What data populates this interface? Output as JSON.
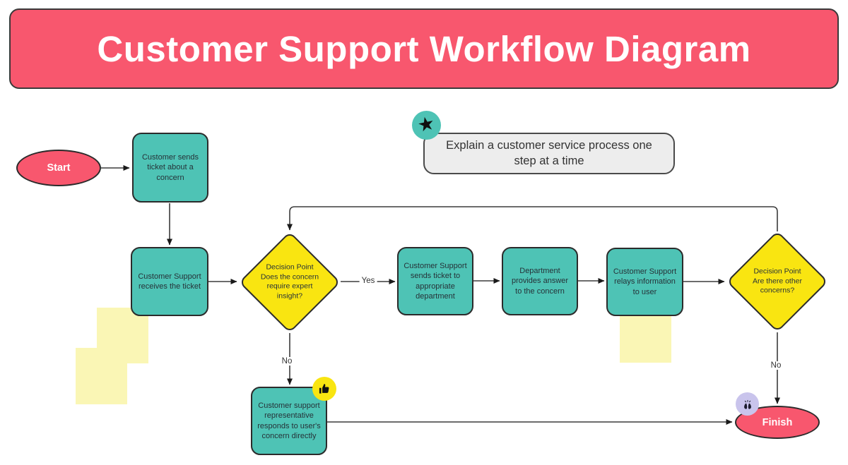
{
  "title": "Customer Support Workflow Diagram",
  "prompt": {
    "icon": "star-icon",
    "star_glyph": "★",
    "text": "Explain a customer service process one step at a time"
  },
  "nodes": {
    "start": {
      "label": "Start"
    },
    "send_ticket": {
      "label": "Customer sends ticket about a concern"
    },
    "receive_ticket": {
      "label": "Customer Support receives the ticket"
    },
    "decision_expert": {
      "title": "Decision Point",
      "question": "Does the concern require expert insight?"
    },
    "send_to_department": {
      "label": "Customer Support sends ticket to appropriate department"
    },
    "department_answer": {
      "label": "Department provides answer to the concern"
    },
    "relay_info": {
      "label": "Customer Support relays information to user"
    },
    "decision_other": {
      "title": "Decision Point",
      "question": "Are there other concerns?"
    },
    "respond_directly": {
      "label": "Customer support representative responds to user's concern directly"
    },
    "finish": {
      "label": "Finish"
    }
  },
  "edge_labels": {
    "yes": "Yes",
    "no_expert": "No",
    "no_other": "No"
  },
  "icons": {
    "prompt_badge": "star-icon",
    "respond_badge": "thumbs-up-icon",
    "finish_badge": "raising-hands-icon"
  },
  "colors": {
    "banner_pink": "#F8576E",
    "process_teal": "#4EC3B5",
    "decision_yellow": "#F9E511",
    "sticky_yellow": "#FAF6B5",
    "finish_badge_lavender": "#C9C4EC",
    "callout_gray": "#EDEDED",
    "connector": "#3b3b3b"
  }
}
